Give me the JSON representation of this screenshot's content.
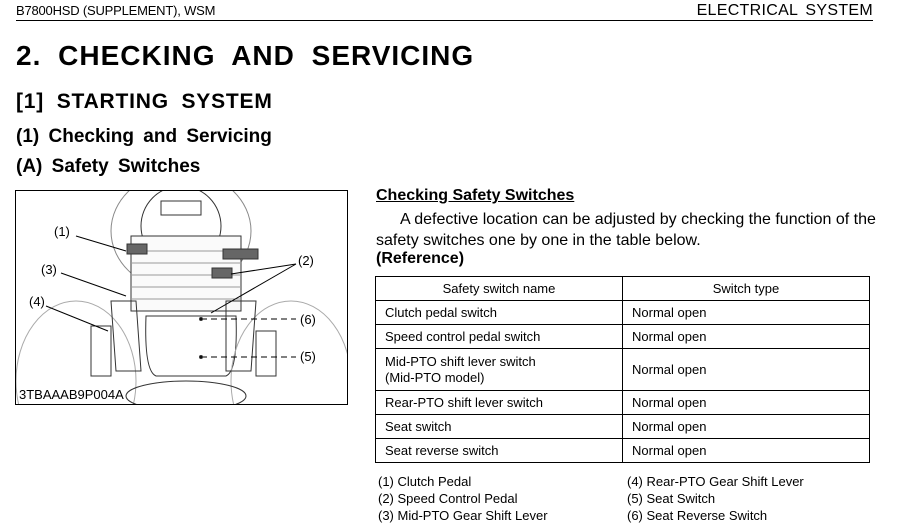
{
  "header": {
    "manual": "B7800HSD (SUPPLEMENT), WSM",
    "section": "ELECTRICAL  SYSTEM"
  },
  "headings": {
    "h1": "2.  CHECKING  AND  SERVICING",
    "h2": "[1]  STARTING  SYSTEM",
    "h3": "(1)  Checking and Servicing",
    "h4": "(A)  Safety Switches"
  },
  "figure": {
    "code": "3TBAAAB9P004A",
    "callouts": [
      "(1)",
      "(2)",
      "(3)",
      "(4)",
      "(5)",
      "(6)"
    ]
  },
  "content": {
    "subtitle": "Checking Safety Switches",
    "paragraph": "A defective location can be adjusted by checking the function of the safety switches one by one in the table below.",
    "reference": "(Reference)"
  },
  "table": {
    "headers": [
      "Safety switch name",
      "Switch type"
    ],
    "rows": [
      [
        "Clutch pedal switch",
        "Normal open"
      ],
      [
        "Speed control pedal switch",
        "Normal open"
      ],
      [
        "Mid-PTO shift lever switch",
        "Normal open",
        "(Mid-PTO model)"
      ],
      [
        "Rear-PTO shift lever switch",
        "Normal open"
      ],
      [
        "Seat switch",
        "Normal open"
      ],
      [
        "Seat reverse switch",
        "Normal open"
      ]
    ]
  },
  "legend": [
    "(1)  Clutch Pedal",
    "(2)  Speed Control Pedal",
    "(3)  Mid-PTO  Gear Shift Lever",
    "(4)  Rear-PTO  Gear Shift Lever",
    "(5)  Seat Switch",
    "(6)  Seat Reverse Switch"
  ]
}
